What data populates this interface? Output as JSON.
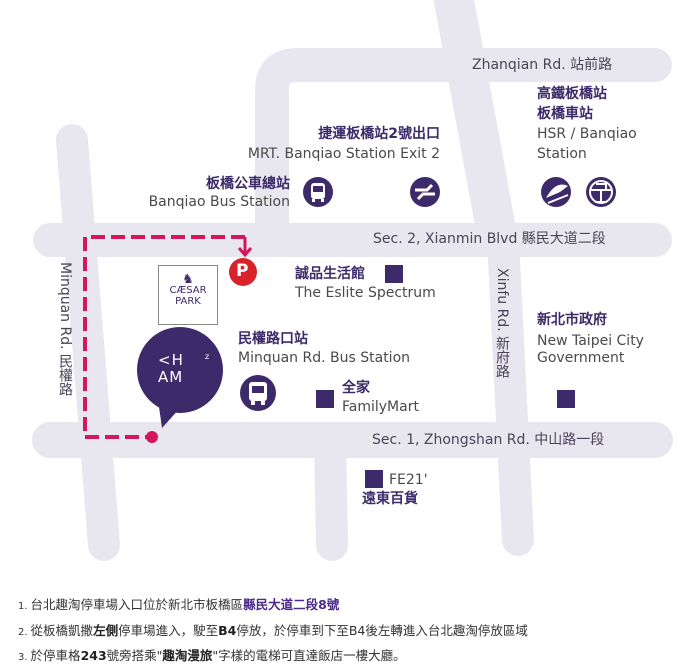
{
  "roads": {
    "zhanqian": "Zhanqian Rd. 站前路",
    "xianmin": "Sec. 2, Xianmin Blvd 縣民大道二段",
    "zhongshan": "Sec. 1, Zhongshan Rd. 中山路一段",
    "minquan": "Minquan Rd. 民權路",
    "xinfu": "Xinfu Rd. 新府路"
  },
  "places": {
    "hsr_zh1": "高鐵板橋站",
    "hsr_zh2": "板橋車站",
    "hsr_en1": "HSR / Banqiao",
    "hsr_en2": "Station",
    "mrt_zh": "捷運板橋站2號出口",
    "mrt_en": "MRT. Banqiao Station Exit 2",
    "busstation_zh": "板橋公車總站",
    "busstation_en": "Banqiao Bus Station",
    "eslite_zh": "誠品生活館",
    "eslite_en": "The Eslite Spectrum",
    "ntpc_zh": "新北市政府",
    "ntpc_en1": "New Taipei City",
    "ntpc_en2": "Government",
    "minquan_bus_zh": "民權路口站",
    "minquan_bus_en": "Minquan Rd. Bus Station",
    "familymart_zh": "全家",
    "familymart_en": "FamilyMart",
    "fe21_en": "FE21'",
    "fe21_zh": "遠東百貨",
    "caesar_1": "CÆSAR",
    "caesar_2": "PARK",
    "parking": "P",
    "hotel_logo_1": "<H",
    "hotel_logo_2": "AM",
    "hotel_logo_sup": "z"
  },
  "notes": [
    {
      "num": "1.",
      "a": "台北趣淘停車場入口位於新北市板橋區",
      "hl": "縣民大道二段8號"
    },
    {
      "num": "2.",
      "a": "從板橋凱撒",
      "b1": "左側",
      "c": "停車場進入，駛至",
      "b2": "B4",
      "d": "停放，於停車到下至B4後左轉進入台北趣淘停放區域"
    },
    {
      "num": "3.",
      "a": "於停車格",
      "b1": "243",
      "c": "號旁搭乘\"",
      "b2": "趣淘漫旅",
      "d": "\"字樣的電梯可直達飯店一樓大廳。"
    }
  ],
  "colors": {
    "road": "#e8e6ef",
    "purple": "#3d2a6a",
    "route": "#d6165a",
    "parking": "#d9232a"
  }
}
